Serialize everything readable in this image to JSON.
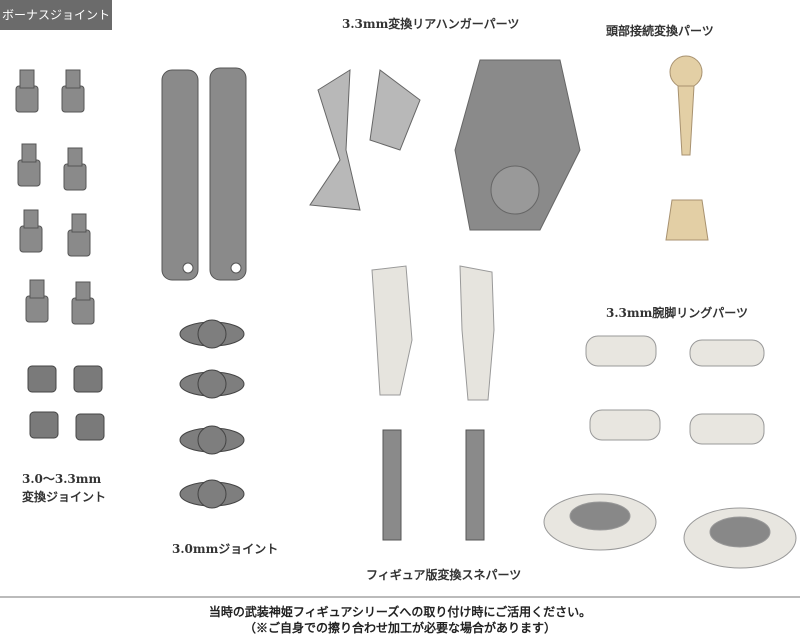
{
  "header_tag": "ボーナスジョイントパーツ",
  "labels": {
    "rear_hanger": "3.3mm変換リアハンガーパーツ",
    "head_joint": "頭部接続変換パーツ",
    "ring_parts": "3.3mm腕脚リングパーツ",
    "conv_joint_1": "3.0～3.3mm",
    "conv_joint_2": "変換ジョイント",
    "joint_30": "3.0mmジョイント",
    "shin_parts": "フィギュア版変換スネパーツ"
  },
  "footer": {
    "line1": "当時の武装神姫フィギュアシリーズへの取り付け時にご活用ください。",
    "line2": "（※ご自身での擦り合わせ加工が必要な場合があります）"
  },
  "colors": {
    "gray_part": "#8a8a8a",
    "light_part": "#e8e6e0",
    "tan_part": "#e3cfa5",
    "tag_bg": "#6b6b6b"
  }
}
